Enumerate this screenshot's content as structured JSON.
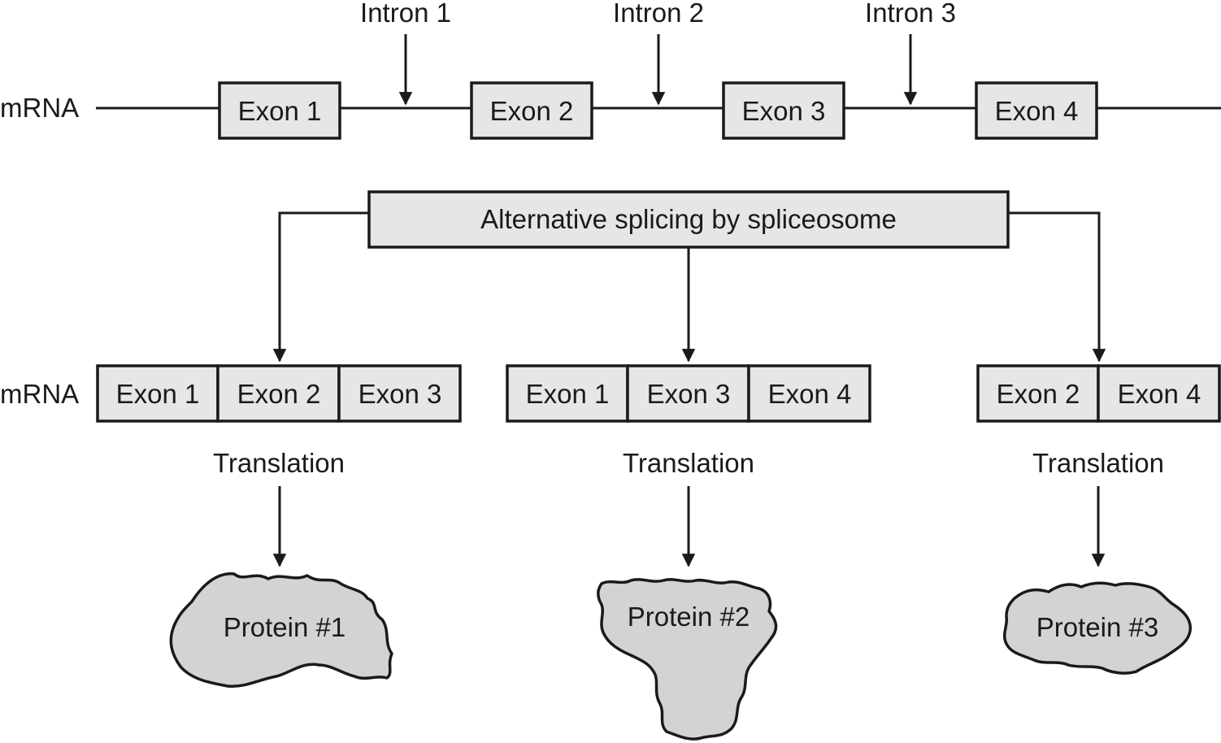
{
  "diagram": {
    "top": {
      "mrna_label": "mRNA",
      "exons": [
        "Exon 1",
        "Exon 2",
        "Exon 3",
        "Exon 4"
      ],
      "introns": [
        "Intron 1",
        "Intron 2",
        "Intron 3"
      ]
    },
    "process": {
      "label": "Alternative splicing by spliceosome"
    },
    "variants": [
      {
        "mrna_label": "mRNA",
        "exons": [
          "Exon 1",
          "Exon 2",
          "Exon 3"
        ],
        "translation": "Translation",
        "protein": "Protein #1"
      },
      {
        "exons": [
          "Exon 1",
          "Exon 3",
          "Exon 4"
        ],
        "translation": "Translation",
        "protein": "Protein #2"
      },
      {
        "exons": [
          "Exon 2",
          "Exon 4"
        ],
        "translation": "Translation",
        "protein": "Protein #3"
      }
    ],
    "colors": {
      "box_fill": "#e6e6e8",
      "protein_fill": "#d3d3d5",
      "stroke": "#1a1a1a"
    }
  }
}
